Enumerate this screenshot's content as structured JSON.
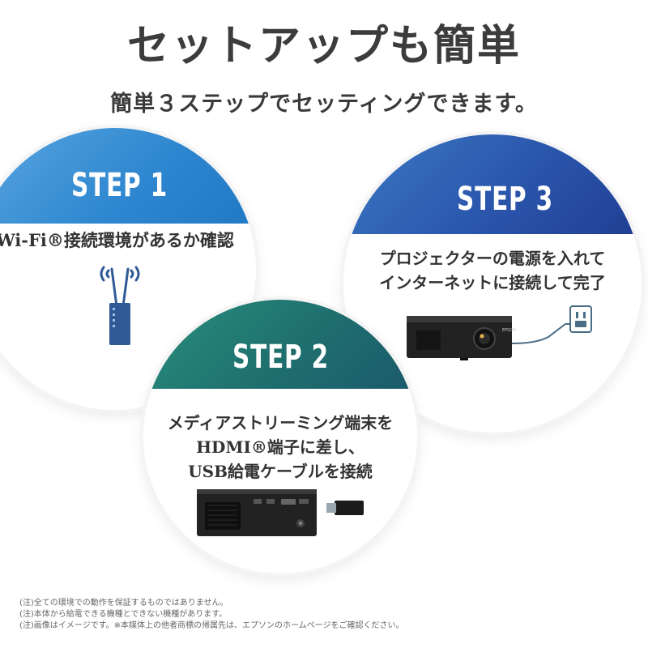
{
  "title": "セットアップも簡単",
  "subtitle": "簡単３ステップでセッティングできます。",
  "steps": [
    {
      "label": "STEP 1",
      "lines": [
        "Wi-Fi®接続環境があるか確認"
      ],
      "color": "#2d86cf",
      "icon": "wifi-router-icon"
    },
    {
      "label": "STEP 2",
      "lines": [
        "メディアストリーミング端末を",
        "HDMI®端子に差し、",
        "USB給電ケーブルを接続"
      ],
      "color": "#1f6f6e",
      "icon": "projector-rear-with-stick-icon"
    },
    {
      "label": "STEP 3",
      "lines": [
        "プロジェクターの電源を入れて",
        "インターネットに接続して完了"
      ],
      "color": "#2a56ac",
      "icon": "projector-front-with-outlet-icon",
      "brand": "EPSON"
    }
  ],
  "notes": [
    "(注)全ての環境での動作を保証するものではありません。",
    "(注)本体から給電できる機種とできない機種があります。",
    "(注)画像はイメージです。※本媒体上の他者商標の帰属先は、エプソンのホームページをご確認ください。"
  ]
}
